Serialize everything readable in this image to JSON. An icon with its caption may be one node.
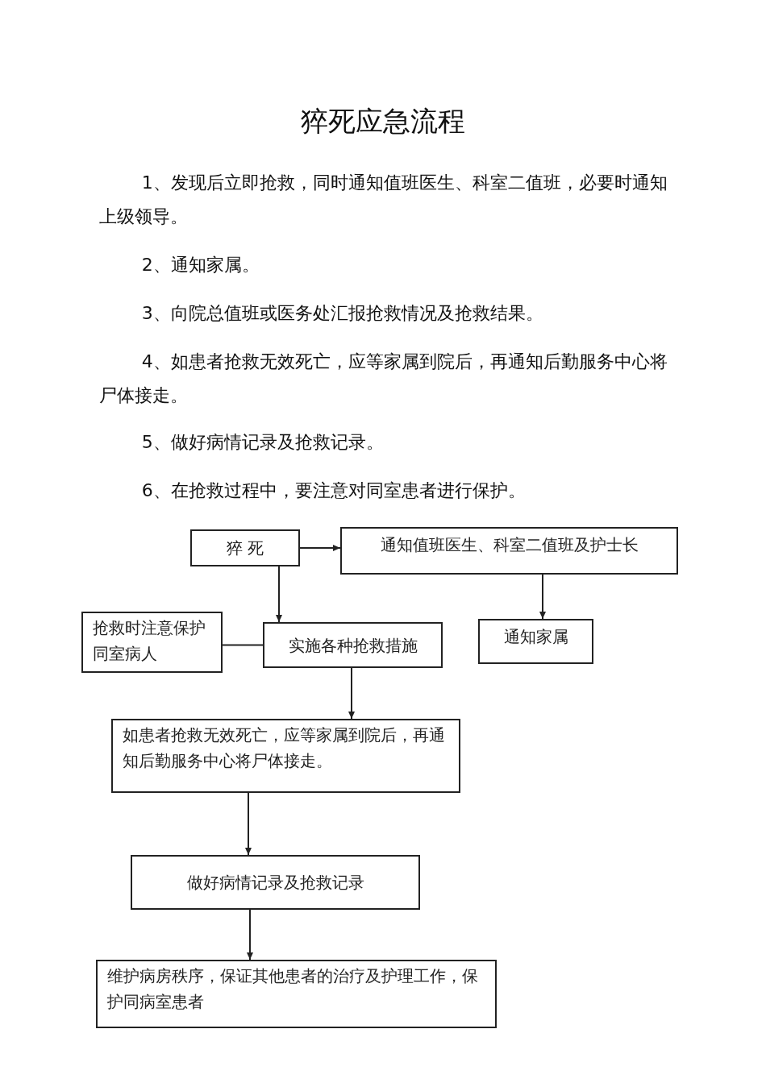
{
  "diagram": {
    "title": "猝死应急流程",
    "nodes": [
      {
        "text": [
          "猝 死"
        ]
      },
      {
        "text": [
          "通知值班医生、科室二值班及护士长"
        ]
      },
      {
        "text": [
          "抢救时注意保护同室病人"
        ]
      },
      {
        "text": [
          "实施各种抢救措施"
        ]
      },
      {
        "text": [
          "通知家属"
        ]
      },
      {
        "text": [
          "如患者抢救无效死亡，应等家属到院后，再通知后勤服务中心将尸体接走。"
        ]
      },
      {
        "text": [
          "做好病情记录及抢救记录"
        ]
      },
      {
        "text": [
          "维护病房秩序，保证其他患者的治疗及护理工作，保护同病室患者"
        ]
      }
    ],
    "edges": [
      {
        "from": 0,
        "to": 1,
        "arrow": "to"
      },
      {
        "from": 0,
        "to": 3,
        "arrow": "to"
      },
      {
        "from": 1,
        "to": 4,
        "arrow": "to"
      },
      {
        "from": 2,
        "to": 3,
        "arrow": "none"
      },
      {
        "from": 3,
        "to": 5,
        "arrow": "to"
      },
      {
        "from": 5,
        "to": 6,
        "arrow": "to"
      },
      {
        "from": 6,
        "to": 7,
        "arrow": "to"
      }
    ],
    "labels": [
      "1、发现后立即抢救，同时通知值班医生、科室二值班，必要时通知上级领导。",
      "2、通知家属。",
      "3、向院总值班或医务处汇报抢救情况及抢救结果。",
      "4、如患者抢救无效死亡，应等家属到院后，再通知后勤服务中心将尸体接走。",
      "5、做好病情记录及抢救记录。",
      "6、在抢救过程中，要注意对同室患者进行保护。"
    ]
  }
}
